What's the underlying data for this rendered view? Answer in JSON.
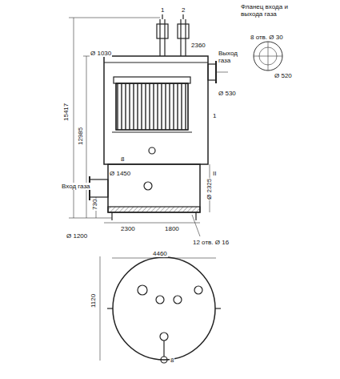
{
  "diagram": {
    "labels": [
      "1",
      "2",
      "2360",
      "Ø 1030",
      "Фланец входа и выхода газа",
      "8 отв. Ø 30",
      "Ø 520",
      "Выход газа",
      "Ø 530",
      "1",
      "15417",
      "12985",
      "8",
      "Ø 1450",
      "Вход газа",
      "730",
      "Ø 2325",
      "2300",
      "1800",
      "12 отв. Ø 16",
      "Ø 1200",
      "4460",
      "1120",
      "8",
      "II"
    ]
  }
}
